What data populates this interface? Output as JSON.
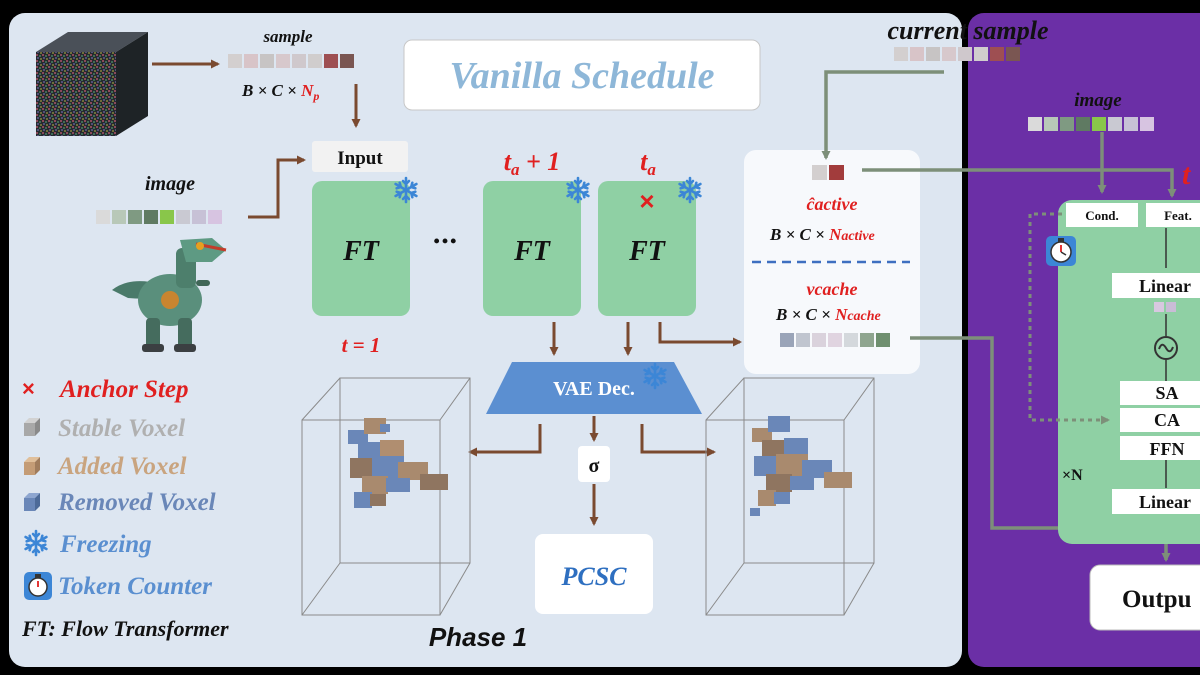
{
  "header": {
    "sample_label": "sample",
    "sample_shape": {
      "pre": "B × C × ",
      "var": "N",
      "sub": "p"
    },
    "schedule_title": "Vanilla  Schedule",
    "current_sample_label": "current sample"
  },
  "left": {
    "image_label": "image",
    "input_label": "Input",
    "ft_label": "FT",
    "ellipsis": "•••",
    "t1_label": "t = 1",
    "ta1_label": {
      "var": "t",
      "sub": "a",
      "suffix": " + 1"
    },
    "ta_label": {
      "var": "t",
      "sub": "a"
    },
    "anchor_mark": "×",
    "vae_label": "VAE Dec.",
    "sigma_label": "σ",
    "pcsc_label": "PCSC",
    "phase_label": "Phase 1"
  },
  "cache": {
    "c_active": {
      "var": "ĉ",
      "sub": "active"
    },
    "c_shape": {
      "pre": "B × C × ",
      "var": "N",
      "sub": "active"
    },
    "v_cache": {
      "var": "v",
      "sub": "cache"
    },
    "v_shape": {
      "pre": "B × C × ",
      "var": "N",
      "sub": "cache"
    }
  },
  "legend": {
    "items": [
      {
        "icon": "anchor-cross-icon",
        "label": "Anchor Step",
        "color": "#e02020"
      },
      {
        "icon": "stable-voxel-icon",
        "label": "Stable Voxel",
        "color": "#b5b5b5"
      },
      {
        "icon": "added-voxel-icon",
        "label": "Added Voxel",
        "color": "#c9a47f"
      },
      {
        "icon": "removed-voxel-icon",
        "label": "Removed Voxel",
        "color": "#6a87b8"
      },
      {
        "icon": "snowflake-icon",
        "label": "Freezing",
        "color": "#5a8fd0"
      },
      {
        "icon": "stopwatch-icon",
        "label": "Token Counter",
        "color": "#5a8fd0"
      }
    ],
    "ft_note": "FT: Flow Transformer"
  },
  "right": {
    "image_label": "image",
    "t_partial": "t",
    "cond_label": "Cond.",
    "feat_label": "Feat.",
    "linear1_label": "Linear",
    "sa_label": "SA",
    "ca_label": "CA",
    "ffn_label": "FFN",
    "xn_label": "×N",
    "linear2_label": "Linear",
    "output_label": "Outpu"
  },
  "colors": {
    "left_panel": "#dde6f1",
    "right_panel": "#6b2fa6",
    "ft_block": "#8fd0a4",
    "vae": "#5b8fd1",
    "arrow_brown": "#7a4a30",
    "arrow_gray": "#7d8f79",
    "accent_red": "#e02020"
  }
}
